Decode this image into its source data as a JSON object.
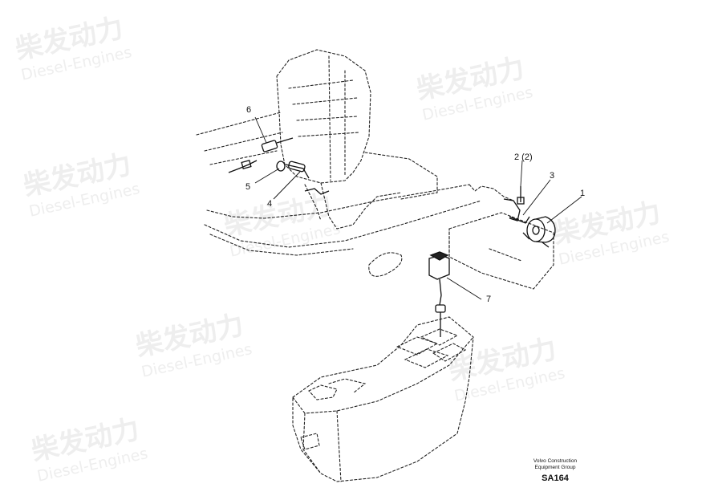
{
  "watermark": {
    "brand_cn": "柴发动力",
    "brand_en": "Diesel-Engines"
  },
  "callouts": {
    "c1": "1",
    "c2": "2 (2)",
    "c3": "3",
    "c4": "4",
    "c5": "5",
    "c6": "6",
    "c7": "7"
  },
  "caption": {
    "line1": "Volvo Construction",
    "line2": "Equipment Group",
    "code": "SA164"
  }
}
